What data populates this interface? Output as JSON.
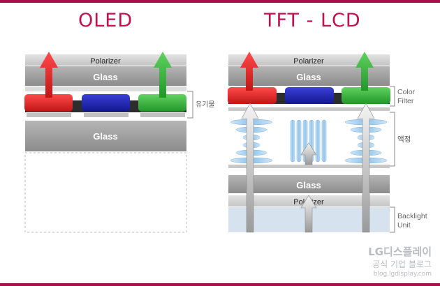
{
  "oled": {
    "title": "OLED",
    "polarizer_label": "Polarizer",
    "glass_top_label": "Glass",
    "glass_bottom_label": "Glass",
    "organic_label": "유기물"
  },
  "lcd": {
    "title": "TFT - LCD",
    "polarizer_top_label": "Polarizer",
    "glass_top_label": "Glass",
    "glass_bottom_label": "Glass",
    "polarizer_bottom_label": "Polarizer",
    "color_filter_label": [
      "Color",
      "Filter"
    ],
    "liquid_crystal_label": "액정",
    "backlight_label": [
      "Backlight",
      "Unit"
    ]
  },
  "watermark": {
    "line1": "LG디스플레이",
    "line2": "공식 기업 블로그",
    "line3": "blog.lgdisplay.com"
  },
  "colors": {
    "brand_bar": "#a4104a",
    "title": "#c4104d",
    "red": "#e02020",
    "green": "#34b234",
    "blue": "#1b22b2",
    "glass": "#9a9a9a",
    "polarizer": "#cfcfcf",
    "backlight": "#d6e3ee",
    "lc": "#9cc8ea"
  }
}
